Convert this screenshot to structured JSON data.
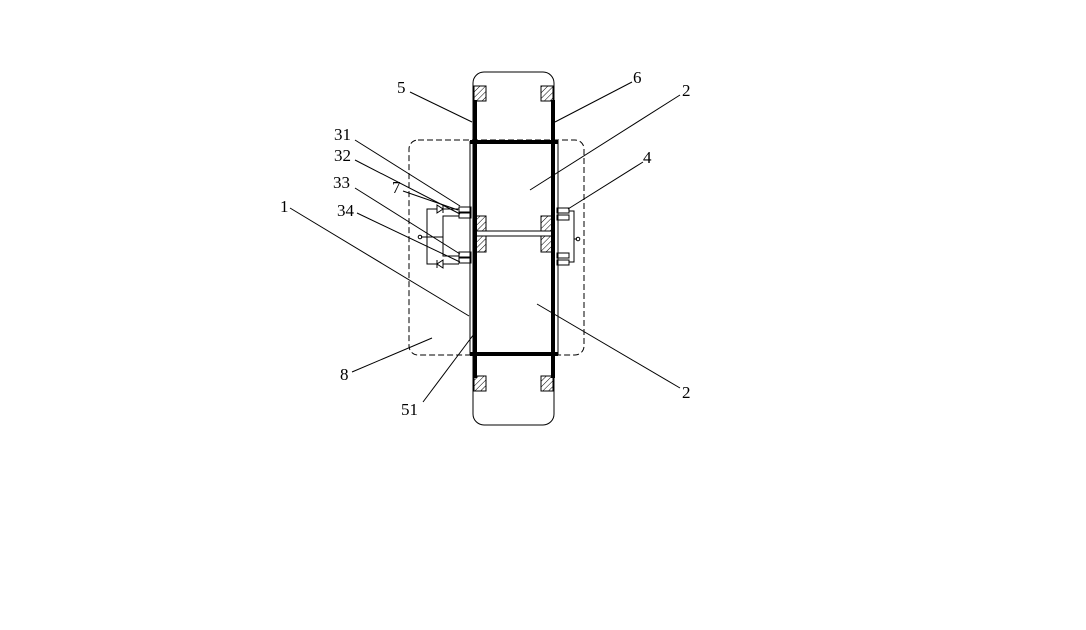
{
  "labels": {
    "l5": "5",
    "l6": "6",
    "l2a": "2",
    "l31": "31",
    "l32": "32",
    "l33": "33",
    "l7": "7",
    "l34": "34",
    "l4": "4",
    "l1": "1",
    "l8": "8",
    "l51": "51",
    "l2b": "2"
  }
}
